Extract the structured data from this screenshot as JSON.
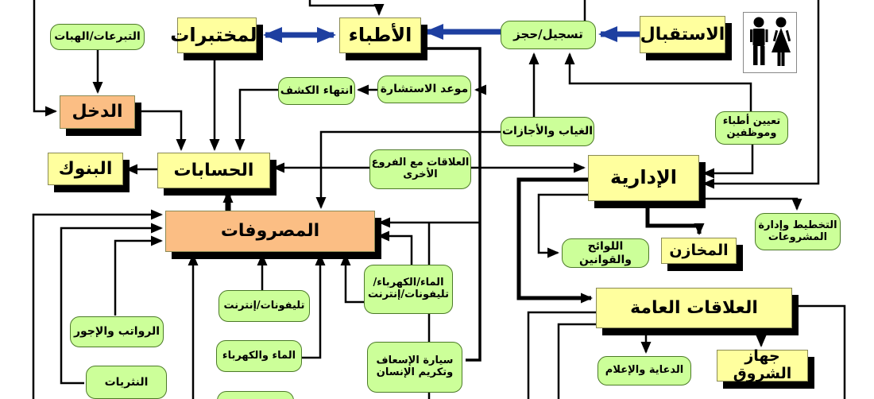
{
  "diagram": {
    "language": "ar",
    "accent_colors": {
      "yellow_node": "#FFFF9E",
      "orange_node": "#FBBE84",
      "green_node": "#CCFF99",
      "green_border": "#4c7a28",
      "blue_arrow": "#1E3FA0",
      "black_line": "#000000"
    },
    "icons": {
      "restroom": "restroom-icon (man and woman silhouettes)"
    }
  },
  "nodes": {
    "reception": {
      "label": "الاستقبال",
      "type": "yellow"
    },
    "register": {
      "label": "تسجيل/حجز",
      "type": "green"
    },
    "doctors": {
      "label": "الأطباء",
      "type": "yellow"
    },
    "labs": {
      "label": "المختبرات",
      "type": "yellow"
    },
    "donations": {
      "label": "التبرعات/الهبات",
      "type": "green"
    },
    "income": {
      "label": "الدخل",
      "type": "orange"
    },
    "banks": {
      "label": "البنوك",
      "type": "yellow"
    },
    "accounts": {
      "label": "الحسابات",
      "type": "yellow"
    },
    "expenses": {
      "label": "المصروفات",
      "type": "orange"
    },
    "admin": {
      "label": "الإدارية",
      "type": "yellow"
    },
    "stores": {
      "label": "المخازن",
      "type": "yellow"
    },
    "public_relations": {
      "label": "العلاقات العامة",
      "type": "yellow"
    },
    "shorouk": {
      "label": "جهاز الشروق",
      "type": "yellow"
    },
    "consultation": {
      "label": "موعد الاستشارة",
      "type": "green"
    },
    "exam_end": {
      "label": "انتهاء الكشف",
      "type": "green"
    },
    "absence": {
      "label": "الغياب والأجازات",
      "type": "green"
    },
    "hiring": {
      "label": "تعيين أطباء\nوموظفين",
      "type": "green"
    },
    "branches": {
      "label": "العلاقات مع الفروع\nالأخرى",
      "type": "green"
    },
    "regulations": {
      "label": "اللوائح والقوانين",
      "type": "green"
    },
    "planning": {
      "label": "التخطيط وإدارة\nالمشروعات",
      "type": "green"
    },
    "salaries": {
      "label": "الرواتب والإجور",
      "type": "green"
    },
    "petty_cash": {
      "label": "النثريات",
      "type": "green"
    },
    "phones_internet": {
      "label": "تليفونات/إنترنت",
      "type": "green"
    },
    "water_electricity": {
      "label": "الماء والكهرباء",
      "type": "green"
    },
    "utilities": {
      "label": "الماء/الكهرباء/\nتليفونات/إنترنت",
      "type": "green"
    },
    "ambulance": {
      "label": "سيارة الإسعاف\nوتكريم الإنسان",
      "type": "green"
    },
    "media": {
      "label": "الدعاية والإعلام",
      "type": "green"
    }
  }
}
